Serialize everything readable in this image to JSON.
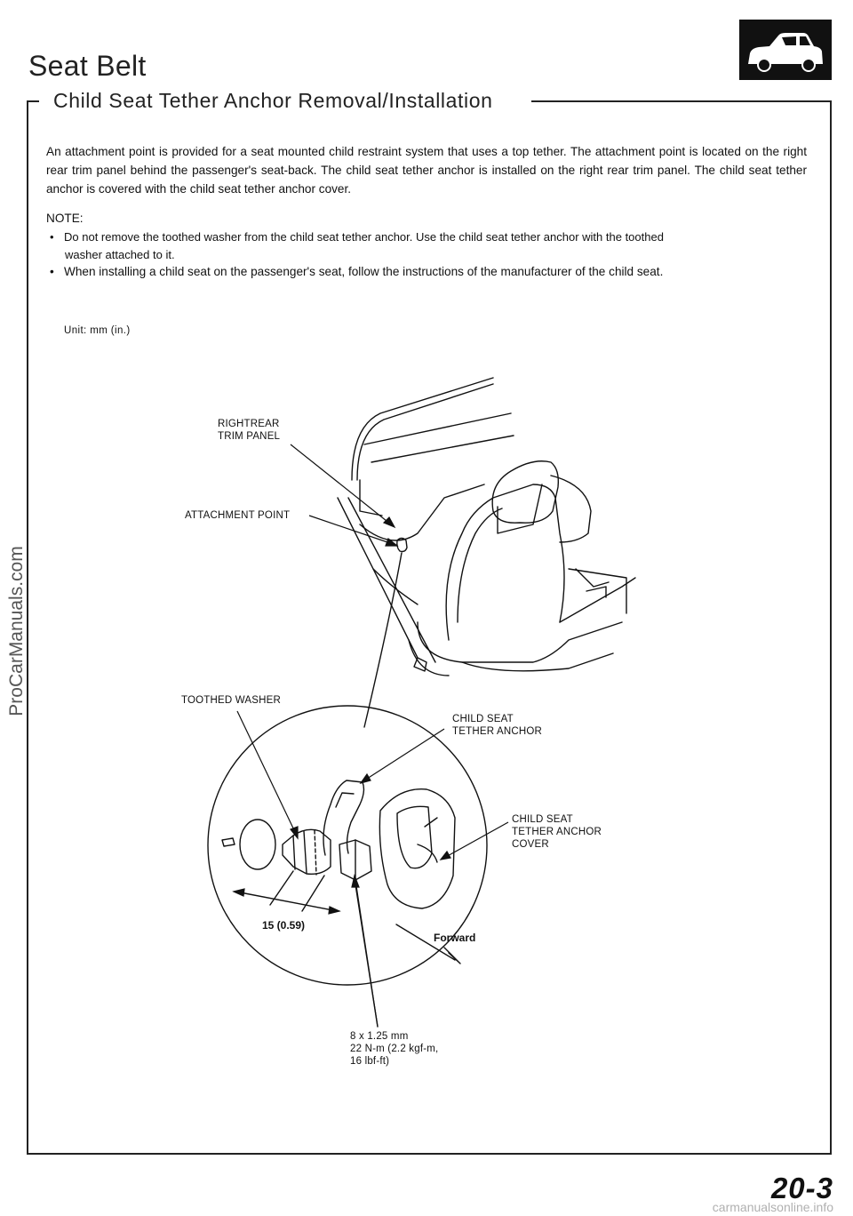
{
  "page": {
    "section_title": "Seat Belt",
    "procedure_title": "Child Seat Tether Anchor Removal/Installation",
    "intro": "An attachment point is provided for a seat mounted child restraint system that uses a top tether. The attachment point is located on the right rear trim panel behind the passenger's seat-back. The child seat tether anchor is installed on the right rear trim panel. The child seat tether anchor is covered with the child seat tether anchor cover.",
    "note_heading": "NOTE:",
    "notes": [
      {
        "bullet": "•",
        "line1": "Do not remove the toothed washer from the child seat tether anchor.  Use the child seat tether anchor with the toothed",
        "line2": "washer attached to it."
      },
      {
        "bullet": "•",
        "line1": "When installing a child seat on the passenger's seat, follow the instructions of the manufacturer of the child seat."
      }
    ],
    "unit_label": "Unit: mm (in.)",
    "page_number": "20-3"
  },
  "diagram": {
    "labels": {
      "right_rear_trim_panel": "RIGHTREAR\nTRIM  PANEL",
      "attachment_point": "ATTACHMENT  POINT",
      "toothed_washer": "TOOTHED WASHER",
      "tether_anchor": "CHILD SEAT\nTETHER ANCHOR",
      "anchor_cover": "CHILD SEAT\nTETHER ANCHOR\n  COVER",
      "dimension": "15 (0.59)",
      "forward": "Forward",
      "bolt_spec": "8 x 1.25 mm\n22 N-m (2.2 kgf-m,\n 16 lbf-ft)"
    }
  },
  "watermark": {
    "left_text": "ProCarManuals.com"
  },
  "footer": {
    "site": "carmanualsonline.info"
  }
}
